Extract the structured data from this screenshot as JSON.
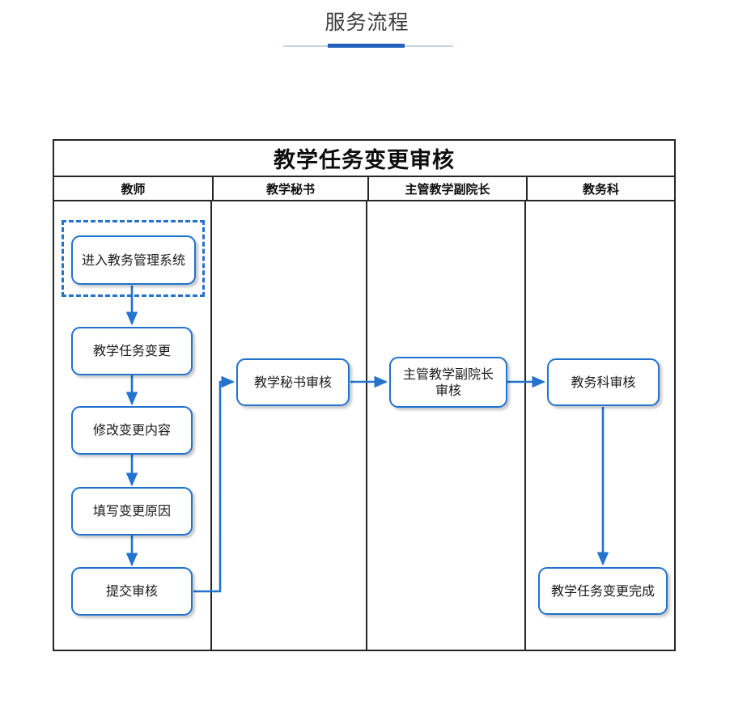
{
  "page": {
    "heading": "服务流程",
    "accent_color": "#2160bd",
    "rule_color": "#c6d4e6"
  },
  "swimlane": {
    "title": "教学任务变更审核",
    "border_color": "#262626",
    "lanes": [
      {
        "label": "教师"
      },
      {
        "label": "教学秘书"
      },
      {
        "label": "主管教学副院长"
      },
      {
        "label": "教务科"
      }
    ]
  },
  "flow": {
    "node_color": "#2272ce",
    "nodes": [
      {
        "id": "enter-system",
        "label": "进入教务管理系统",
        "lane": 0,
        "selected": true
      },
      {
        "id": "task-change",
        "label": "教学任务变更",
        "lane": 0,
        "selected": false
      },
      {
        "id": "modify-content",
        "label": "修改变更内容",
        "lane": 0,
        "selected": false
      },
      {
        "id": "fill-reason",
        "label": "填写变更原因",
        "lane": 0,
        "selected": false
      },
      {
        "id": "submit-review",
        "label": "提交审核",
        "lane": 0,
        "selected": false
      },
      {
        "id": "secretary-review",
        "label": "教学秘书审核",
        "lane": 1,
        "selected": false
      },
      {
        "id": "vice-dean-review",
        "label": "主管教学副院长\n审核",
        "lane": 2,
        "selected": false
      },
      {
        "id": "affairs-review",
        "label": "教务科审核",
        "lane": 3,
        "selected": false
      },
      {
        "id": "change-complete",
        "label": "教学任务变更完成",
        "lane": 3,
        "selected": false
      }
    ],
    "edges": [
      {
        "from": "enter-system",
        "to": "task-change"
      },
      {
        "from": "task-change",
        "to": "modify-content"
      },
      {
        "from": "modify-content",
        "to": "fill-reason"
      },
      {
        "from": "fill-reason",
        "to": "submit-review"
      },
      {
        "from": "submit-review",
        "to": "secretary-review"
      },
      {
        "from": "secretary-review",
        "to": "vice-dean-review"
      },
      {
        "from": "vice-dean-review",
        "to": "affairs-review"
      },
      {
        "from": "affairs-review",
        "to": "change-complete"
      }
    ]
  }
}
